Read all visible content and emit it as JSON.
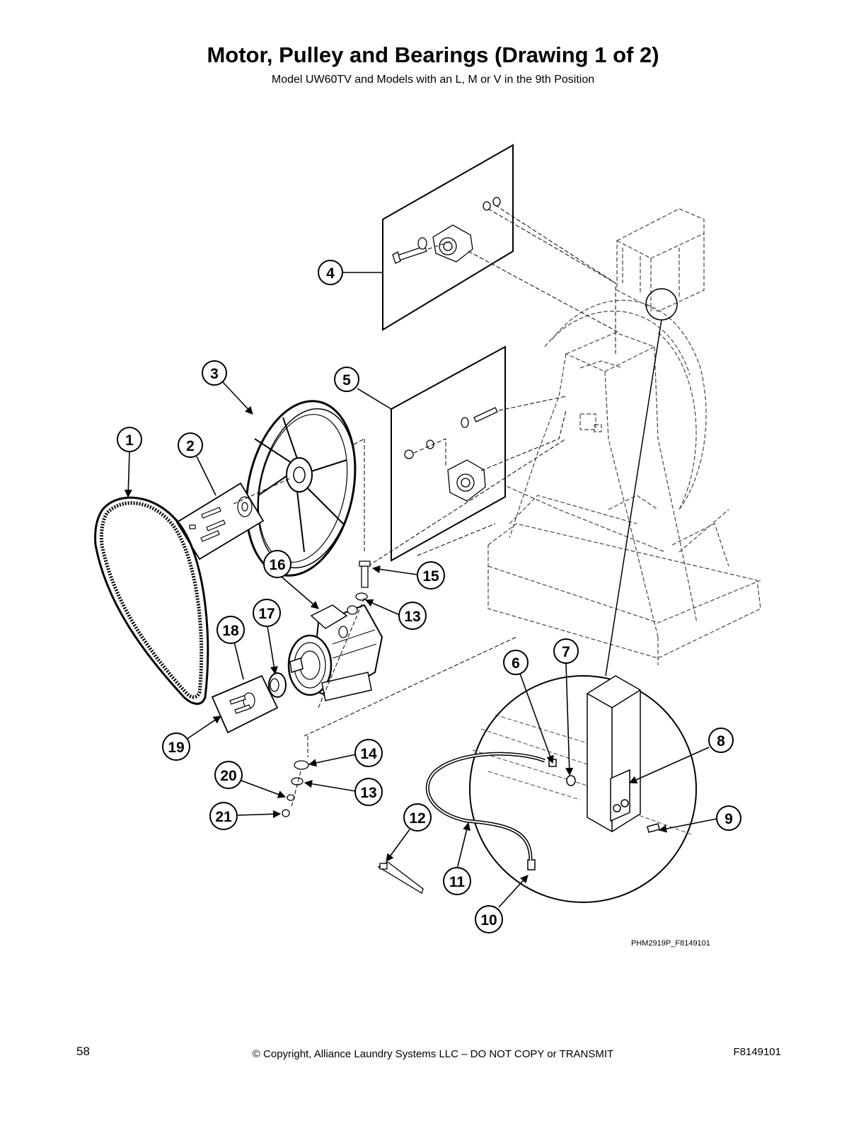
{
  "page": {
    "title": "Motor, Pulley and Bearings (Drawing 1 of 2)",
    "subtitle": "Model UW60TV and Models with an L, M or V in the 9th Position",
    "drawing_code": "PHM2919P_F8149101",
    "page_number": "58",
    "copyright": "© Copyright, Alliance Laundry Systems LLC – DO NOT COPY or TRANSMIT",
    "doc_id": "F8149101"
  },
  "callouts": [
    {
      "label": "1"
    },
    {
      "label": "2"
    },
    {
      "label": "3"
    },
    {
      "label": "4"
    },
    {
      "label": "5"
    },
    {
      "label": "6"
    },
    {
      "label": "7"
    },
    {
      "label": "8"
    },
    {
      "label": "9"
    },
    {
      "label": "10"
    },
    {
      "label": "11"
    },
    {
      "label": "12"
    },
    {
      "label": "13"
    },
    {
      "label": "13"
    },
    {
      "label": "14"
    },
    {
      "label": "15"
    },
    {
      "label": "16"
    },
    {
      "label": "17"
    },
    {
      "label": "18"
    },
    {
      "label": "19"
    },
    {
      "label": "20"
    },
    {
      "label": "21"
    }
  ]
}
